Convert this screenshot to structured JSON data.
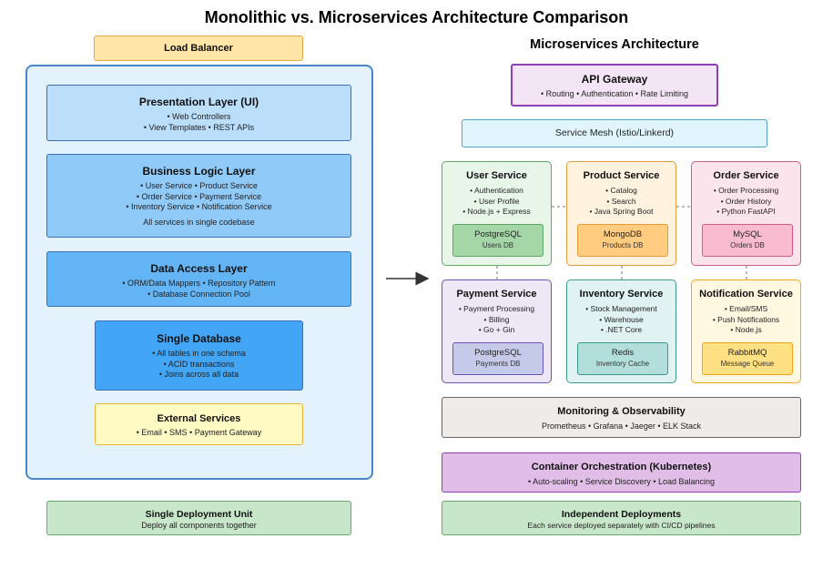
{
  "title": "Monolithic vs. Microservices Architecture Comparison",
  "load_balancer": "Load Balancer",
  "monolith": {
    "presentation": {
      "title": "Presentation Layer (UI)",
      "lines": [
        "• Web Controllers",
        "• View Templates • REST APIs"
      ]
    },
    "business": {
      "title": "Business Logic Layer",
      "lines": [
        "• User Service • Product Service",
        "• Order Service • Payment Service",
        "• Inventory Service • Notification Service"
      ],
      "note": "All services in single codebase"
    },
    "data_access": {
      "title": "Data Access Layer",
      "lines": [
        "• ORM/Data Mappers • Repository Pattern",
        "• Database Connection Pool"
      ]
    },
    "database": {
      "title": "Single Database",
      "lines": [
        "• All tables in one schema",
        "• ACID transactions",
        "• Joins across all data"
      ]
    },
    "external": {
      "title": "External Services",
      "lines": [
        "• Email • SMS • Payment Gateway"
      ]
    },
    "deployment": {
      "title": "Single Deployment Unit",
      "subtitle": "Deploy all components together"
    }
  },
  "micro": {
    "title": "Microservices Architecture",
    "api_gateway": {
      "title": "API Gateway",
      "line": "• Routing • Authentication • Rate Limiting"
    },
    "service_mesh": "Service Mesh (Istio/Linkerd)",
    "services": [
      {
        "title": "User Service",
        "lines": [
          "• Authentication",
          "• User Profile",
          "• Node.js + Express"
        ],
        "db": "PostgreSQL",
        "db_sub": "Users DB"
      },
      {
        "title": "Product Service",
        "lines": [
          "• Catalog",
          "• Search",
          "• Java Spring Boot"
        ],
        "db": "MongoDB",
        "db_sub": "Products DB"
      },
      {
        "title": "Order Service",
        "lines": [
          "• Order Processing",
          "• Order History",
          "• Python FastAPI"
        ],
        "db": "MySQL",
        "db_sub": "Orders DB"
      },
      {
        "title": "Payment Service",
        "lines": [
          "• Payment Processing",
          "• Billing",
          "• Go + Gin"
        ],
        "db": "PostgreSQL",
        "db_sub": "Payments DB"
      },
      {
        "title": "Inventory Service",
        "lines": [
          "• Stock Management",
          "• Warehouse",
          "• .NET Core"
        ],
        "db": "Redis",
        "db_sub": "Inventory Cache"
      },
      {
        "title": "Notification Service",
        "lines": [
          "• Email/SMS",
          "• Push Notifications",
          "• Node.js"
        ],
        "db": "RabbitMQ",
        "db_sub": "Message Queue"
      }
    ],
    "monitoring": {
      "title": "Monitoring & Observability",
      "line": "Prometheus • Grafana • Jaeger • ELK Stack"
    },
    "orchestration": {
      "title": "Container Orchestration (Kubernetes)",
      "line": "• Auto-scaling • Service Discovery • Load Balancing"
    },
    "deployment": {
      "title": "Independent Deployments",
      "line": "Each service deployed separately with CI/CD pipelines"
    }
  },
  "colors": {
    "user": "#e8f5e9",
    "product": "#fff3e0",
    "order": "#fce4ec",
    "payment": "#ede7f6",
    "inventory": "#e0f2f1",
    "notification": "#fff8e1"
  }
}
